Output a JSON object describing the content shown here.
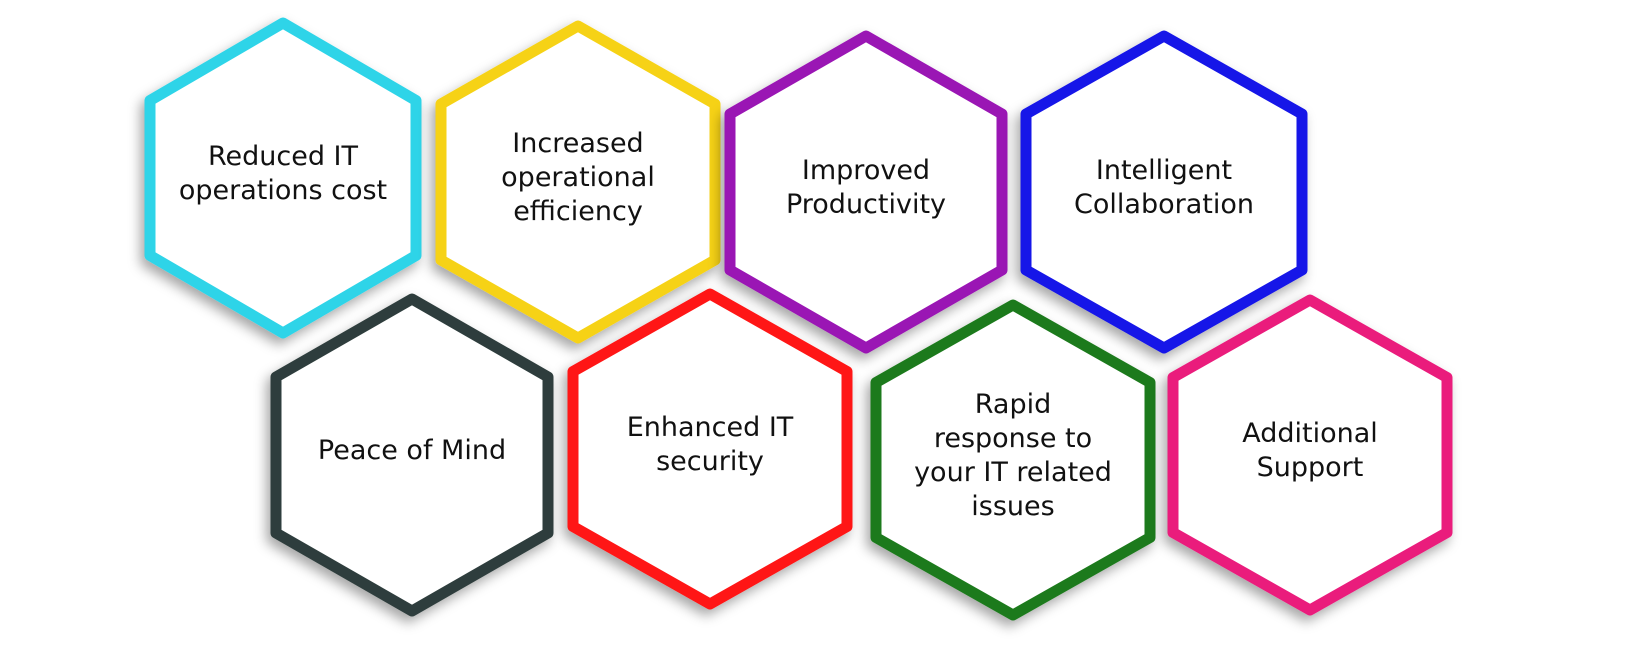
{
  "hexagons": [
    {
      "id": "reduced-it-cost",
      "lines": [
        "Reduced IT",
        "operations cost"
      ],
      "color": "#2fd4e8"
    },
    {
      "id": "increased-efficiency",
      "lines": [
        "Increased",
        "operational",
        "efficiency"
      ],
      "color": "#f6d214"
    },
    {
      "id": "improved-productivity",
      "lines": [
        "Improved",
        "Productivity"
      ],
      "color": "#9a12b4"
    },
    {
      "id": "intelligent-collaboration",
      "lines": [
        "Intelligent",
        "Collaboration"
      ],
      "color": "#1212e8"
    },
    {
      "id": "peace-of-mind",
      "lines": [
        "Peace of Mind"
      ],
      "color": "#2e3e3c"
    },
    {
      "id": "enhanced-security",
      "lines": [
        "Enhanced IT",
        "security"
      ],
      "color": "#ff1212"
    },
    {
      "id": "rapid-response",
      "lines": [
        "Rapid",
        "response to",
        "your IT related",
        "issues"
      ],
      "color": "#1c7a1c"
    },
    {
      "id": "additional-support",
      "lines": [
        "Additional",
        "Support"
      ],
      "color": "#ea1a7c"
    }
  ]
}
